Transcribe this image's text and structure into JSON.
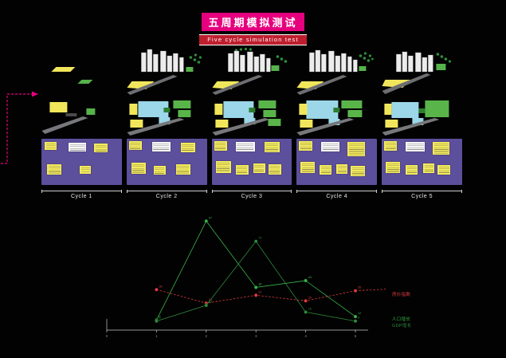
{
  "title": {
    "zh": "五周期模拟测试",
    "en": "Five cycle simulation test"
  },
  "cycles": [
    {
      "label": "Cycle 1"
    },
    {
      "label": "Cycle 2"
    },
    {
      "label": "Cycle 3"
    },
    {
      "label": "Cycle 4"
    },
    {
      "label": "Cycle 5"
    }
  ],
  "colors": {
    "background": "#020202",
    "accent_magenta": "#e6007e",
    "accent_red": "#bf1e2e",
    "panel_purple": "#5c4f9c",
    "note_yellow": "#f3ea5d",
    "plan_blue": "#9bd7e8",
    "plan_green": "#59b44a",
    "plan_yellow": "#f1e65b",
    "road_gray": "#77787b",
    "chart_red": "#e03a3e",
    "chart_green_bright": "#39b54a",
    "chart_green_dark": "#2e8b3d"
  },
  "chart_data": {
    "type": "line",
    "title": "",
    "xlabel": "",
    "ylabel": "",
    "x": [
      1,
      2,
      3,
      4,
      5
    ],
    "x_ticks": [
      0,
      1,
      2,
      3,
      4,
      5
    ],
    "xlim": [
      0,
      5
    ],
    "ylim": [
      0,
      105
    ],
    "grid": false,
    "legend_position": "right",
    "series": [
      {
        "name": "房价指数",
        "color": "#e03a3e",
        "dashed": true,
        "values": [
          36,
          24,
          31,
          26,
          35
        ]
      },
      {
        "name": "人口增长",
        "color": "#39b54a",
        "dashed": false,
        "values": [
          9,
          97,
          38,
          44,
          12
        ]
      },
      {
        "name": "GDP增长",
        "color": "#2e8b3d",
        "dashed": false,
        "values": [
          8,
          22,
          79,
          16,
          8
        ]
      }
    ]
  }
}
